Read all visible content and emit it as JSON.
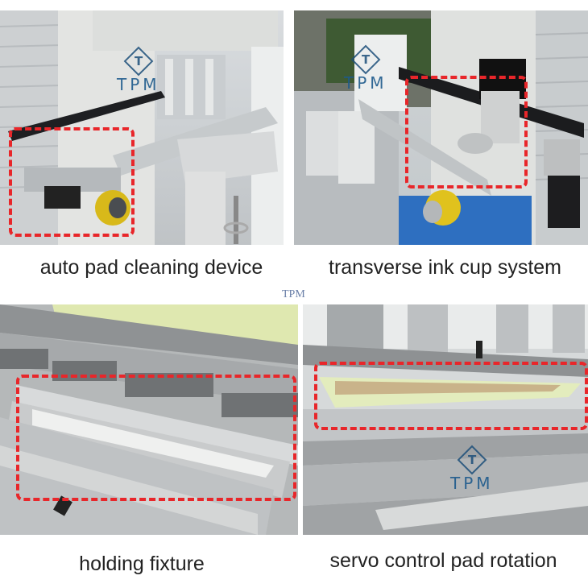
{
  "panels": [
    {
      "id": "top-left",
      "caption": "auto pad cleaning device",
      "logo": "TPM"
    },
    {
      "id": "top-right",
      "caption": "transverse ink cup system",
      "logo": "TPM"
    },
    {
      "id": "bottom-left",
      "caption": "holding fixture"
    },
    {
      "id": "bottom-right",
      "caption": "servo control pad rotation",
      "logo": "TPM"
    }
  ],
  "watermark": "TPM",
  "colors": {
    "highlight": "#e8262a",
    "logo": "#1d5a8c",
    "caption": "#222222"
  }
}
